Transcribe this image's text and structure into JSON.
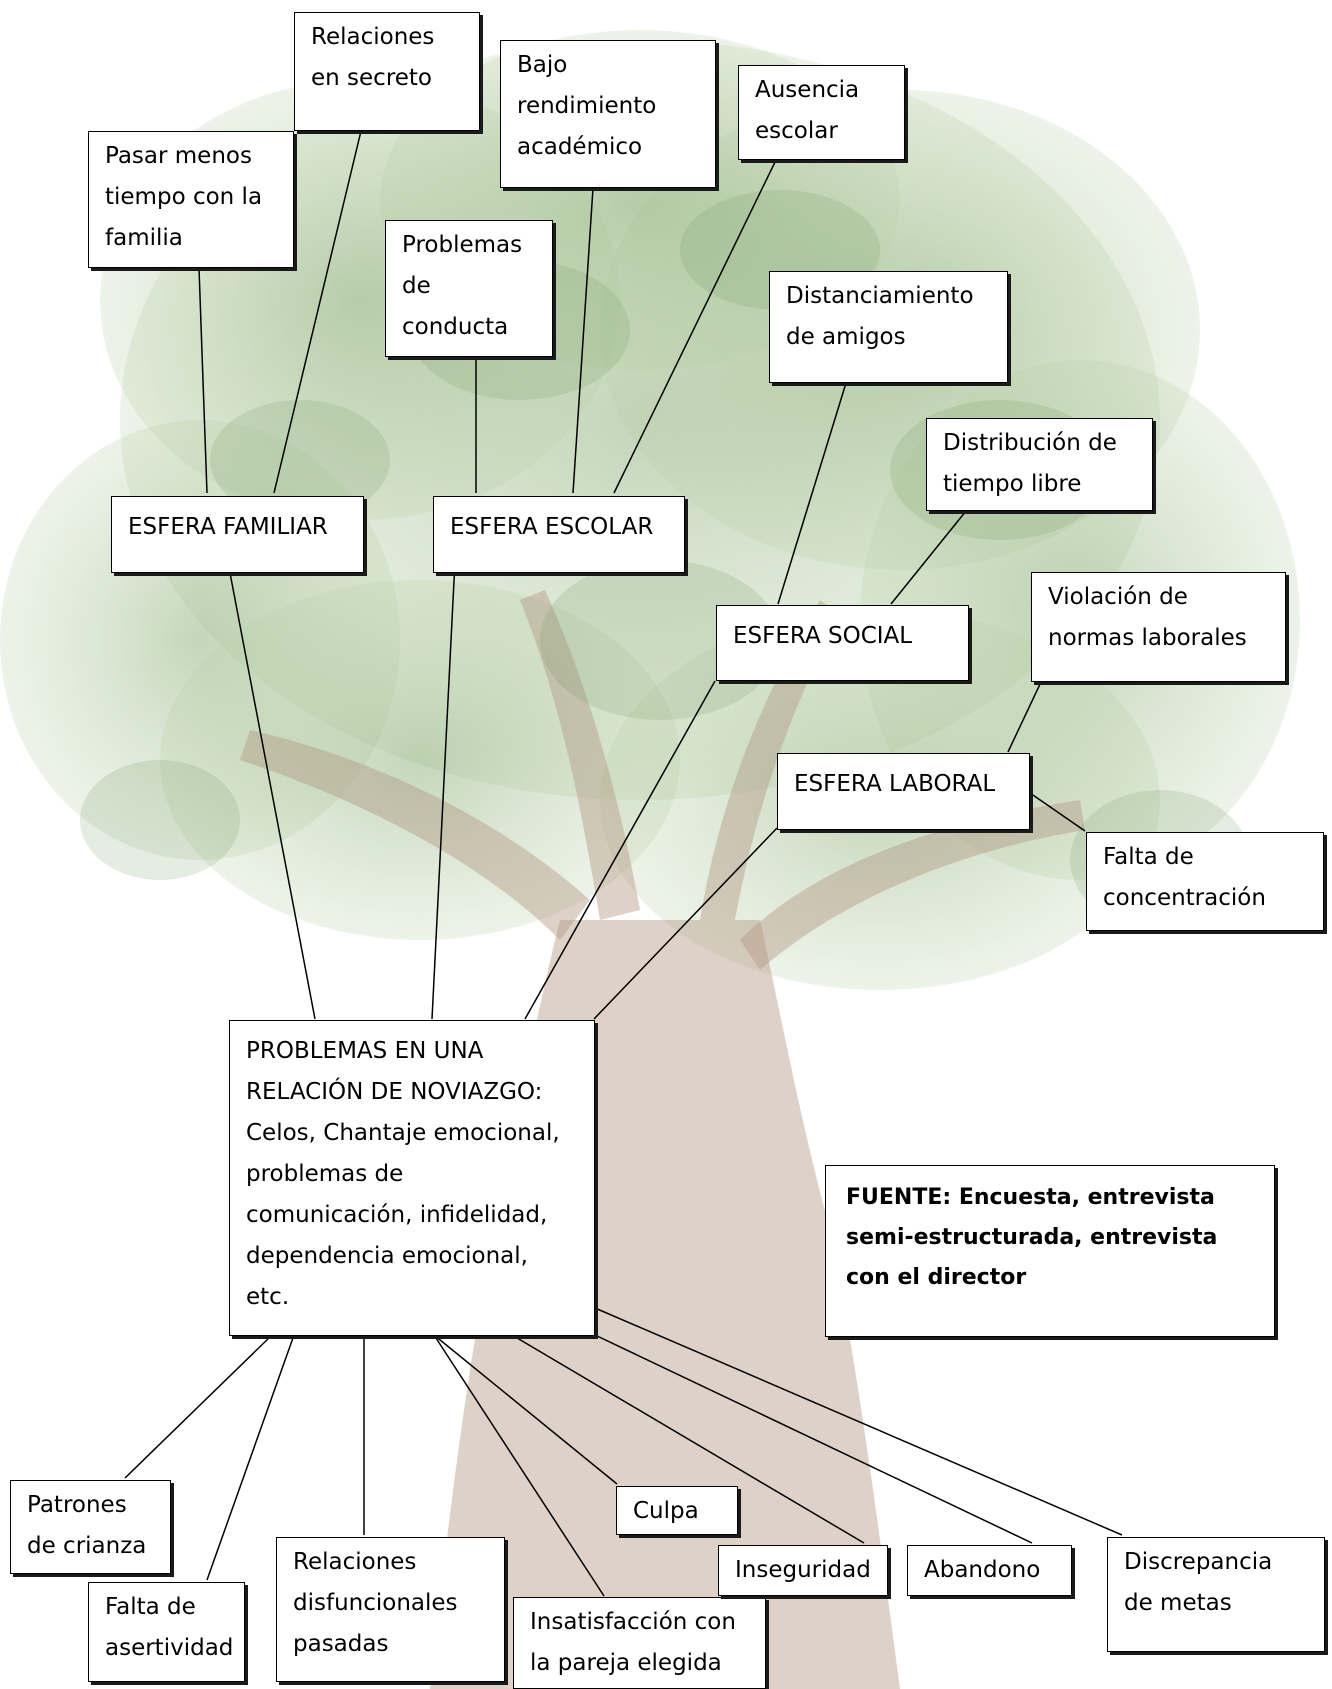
{
  "colors": {
    "tree_foliage": "#7fa36c",
    "tree_foliage_light": "#b8cfa6",
    "tree_trunk": "#b39a86",
    "box_border": "#000000",
    "connector": "#000000"
  },
  "nodes": {
    "relaciones_secreto": "Relaciones\nen secreto",
    "pasar_menos_tiempo": "Pasar menos\ntiempo con la\nfamilia",
    "bajo_rendimiento": "Bajo\nrendimiento\nacadémico",
    "ausencia_escolar": "Ausencia\nescolar",
    "problemas_conducta": "Problemas\nde\nconducta",
    "distanciamiento": "Distanciamiento\nde amigos",
    "distribucion_tiempo": "Distribución de\ntiempo libre",
    "esfera_familiar": "ESFERA FAMILIAR",
    "esfera_escolar": "ESFERA ESCOLAR",
    "esfera_social": "ESFERA SOCIAL",
    "violacion_normas": "Violación de\nnormas laborales",
    "esfera_laboral": "ESFERA LABORAL",
    "falta_concentracion": "Falta de\nconcentración",
    "problemas_noviazgo": "PROBLEMAS EN UNA\nRELACIÓN DE NOVIAZGO:\nCelos, Chantaje emocional,\nproblemas de\ncomunicación, infidelidad,\ndependencia emocional,\netc.",
    "fuente": "FUENTE: Encuesta, entrevista\nsemi-estructurada, entrevista\ncon el director",
    "patrones_crianza": "Patrones\nde crianza",
    "falta_asertividad": "Falta de\nasertividad",
    "relaciones_disfuncionales": "Relaciones\ndisfuncionales\npasadas",
    "insatisfaccion": "Insatisfacción con\nla pareja elegida",
    "culpa": "Culpa",
    "inseguridad": "Inseguridad",
    "abandono": "Abandono",
    "discrepancia": "Discrepancia\nde metas"
  }
}
